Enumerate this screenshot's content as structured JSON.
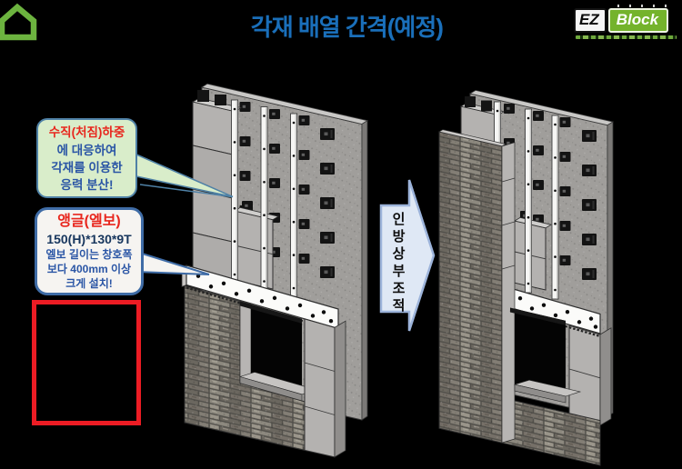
{
  "header": {
    "title": "각재 배열 간격(예정)"
  },
  "logo": {
    "ez": "EZ",
    "block": "Block"
  },
  "callouts": {
    "load_bubble": {
      "line1": "수직(처짐)하중",
      "line2": "에 대응하여",
      "line3": "각재를 이용한",
      "line4": "응력 분산!"
    },
    "angle_bubble": {
      "line1": "앵글(엘보)",
      "line2": "150(H)*130*9T",
      "line3": "엘보 길이는 창호폭",
      "line4": "보다 400mm 이상",
      "line5": "크게 설치!"
    }
  },
  "arrow": {
    "label": "인방상부조적"
  },
  "colors": {
    "background": "#000000",
    "title_blue": "#1a6fba",
    "brand_green": "#6cb33f",
    "logo_green": "#74b32c",
    "alert_red": "#ec1c24",
    "bubble_green_bg": "#d9edca",
    "bubble_border_blue": "#4f81a6",
    "callout_border_blue": "#3f6ca6",
    "text_red": "#e8261d",
    "text_blue": "#2a55a5",
    "text_navy": "#17365d",
    "arrow_fill": "#dfe8f5",
    "arrow_border": "#9cb3da"
  }
}
